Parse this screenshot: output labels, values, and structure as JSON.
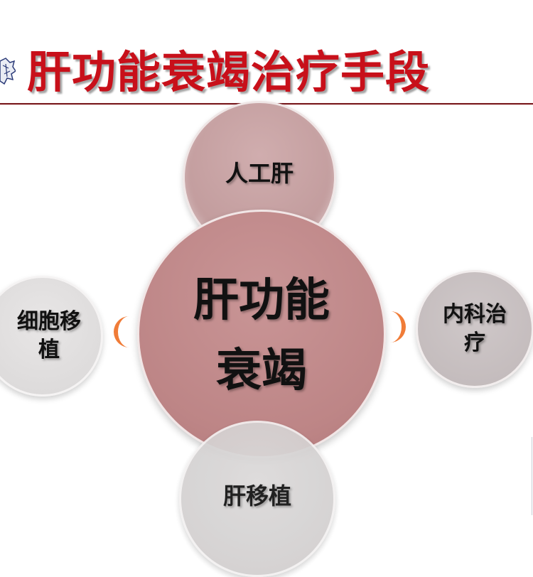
{
  "title": "肝功能衰竭治疗手段",
  "colors": {
    "title": "#c8101a",
    "rule": "#7a1e22",
    "center_circle": "#bd8586",
    "top_circle": "#c29c9d",
    "bottom_circle": "#d2cfcf",
    "left_circle": "#dddbdb",
    "right_circle": "#c4bcbd",
    "crescent": "#f07c38"
  },
  "diagram": {
    "center": {
      "line1": "肝功能",
      "line2": "衰竭"
    },
    "top": {
      "label": "人工肝"
    },
    "bottom": {
      "label": "肝移植"
    },
    "left": {
      "line1": "细胞移",
      "line2": "植"
    },
    "right": {
      "line1": "内科治",
      "line2": "疗"
    }
  },
  "icons": {
    "logo": "university-emblem-icon",
    "left_connector": "crescent-left-icon",
    "right_connector": "crescent-right-icon"
  }
}
